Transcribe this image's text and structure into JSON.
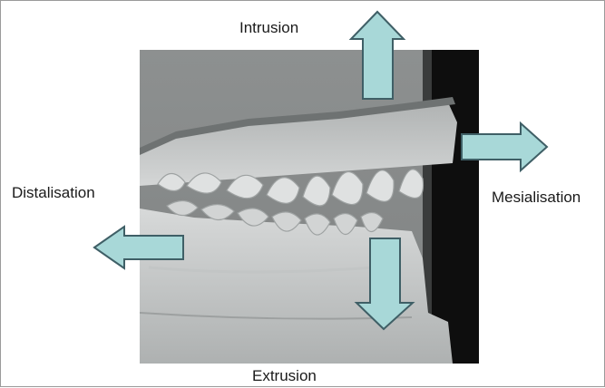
{
  "labels": {
    "intrusion": "Intrusion",
    "distalisation": "Distalisation",
    "mesialisation": "Mesialisation",
    "extrusion": "Extrusion"
  },
  "colors": {
    "arrow_fill": "#a8d8d8",
    "arrow_stroke": "#3f5f66",
    "photo_background": "#8a8c8c",
    "model_light": "#dadcdc",
    "model_mid": "#b9bcbc",
    "dark_area": "#0e0e0e"
  },
  "arrows": [
    "up",
    "left",
    "right",
    "down"
  ],
  "image": "dental-model-photo"
}
